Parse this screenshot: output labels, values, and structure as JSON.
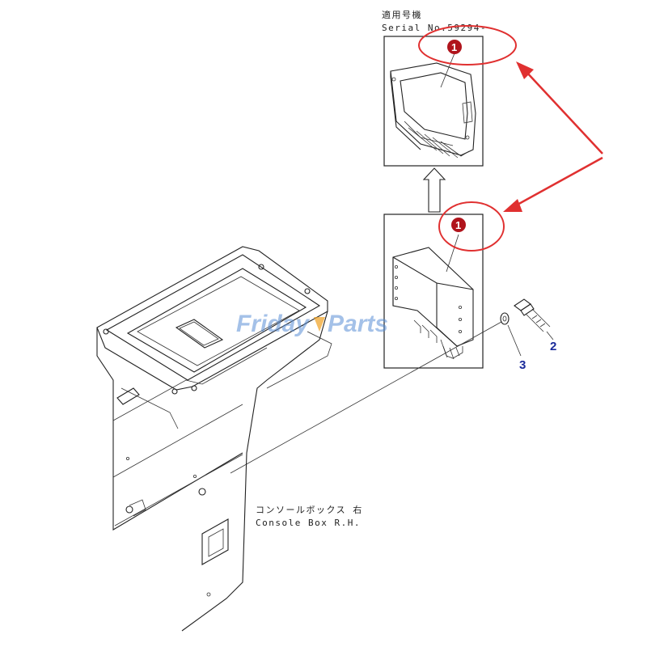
{
  "header_label": {
    "line1": "適用号機",
    "line2": "Serial No.59294-"
  },
  "console_label": {
    "line1": "コンソールボックス 右",
    "line2": "Console Box R.H."
  },
  "callouts": {
    "part1_upper": "1",
    "part1_lower": "1",
    "part2": "2",
    "part3": "3"
  },
  "watermark": {
    "part_a": "Friday",
    "part_b": "Parts"
  },
  "colors": {
    "highlight_red": "#e03030",
    "badge_red": "#b0141c",
    "callout_blue": "#1a2a9a",
    "watermark_blue": "#5b8fd6"
  }
}
